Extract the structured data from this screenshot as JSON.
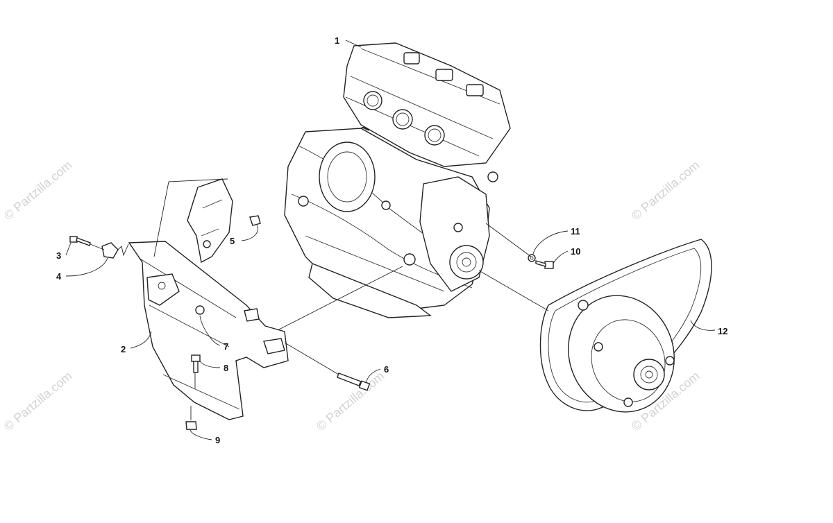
{
  "diagram": {
    "callouts": [
      {
        "id": "1",
        "label": "1"
      },
      {
        "id": "2",
        "label": "2"
      },
      {
        "id": "3",
        "label": "3"
      },
      {
        "id": "4",
        "label": "4"
      },
      {
        "id": "5",
        "label": "5"
      },
      {
        "id": "6",
        "label": "6"
      },
      {
        "id": "7",
        "label": "7"
      },
      {
        "id": "8",
        "label": "8"
      },
      {
        "id": "9",
        "label": "9"
      },
      {
        "id": "10",
        "label": "10"
      },
      {
        "id": "11",
        "label": "11"
      },
      {
        "id": "12",
        "label": "12"
      }
    ],
    "watermark": "© Partzilla.com"
  }
}
